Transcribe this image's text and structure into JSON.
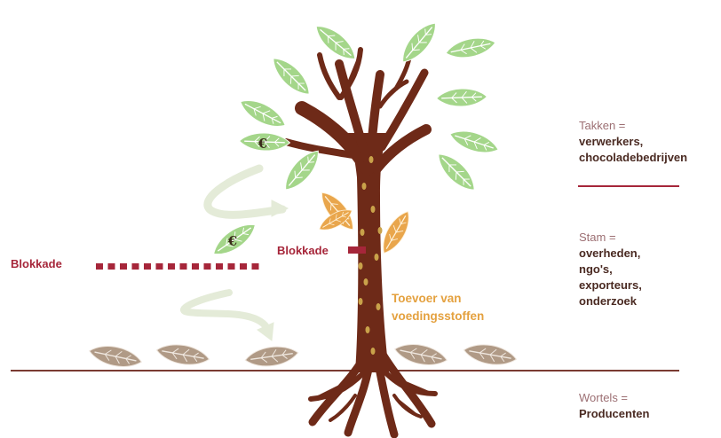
{
  "colors": {
    "trunk": "#6e2a18",
    "trunk_spots": "#c9a24a",
    "leaf_green": "#a4d68a",
    "leaf_green_stroke": "#7fb86a",
    "leaf_orange": "#e9a64c",
    "leaf_brown": "#b09a86",
    "ground_line": "#7a3b32",
    "blockade_red": "#a6263a",
    "arrow_green": "#e4ebd8",
    "label_dark": "#4a2a22",
    "label_muted": "#9c6f73",
    "supply_text": "#e4a13f"
  },
  "icons": {
    "euro_symbol": "€",
    "euro_leaf": "leaf-euro-icon",
    "cocoa_leaf": "leaf-icon",
    "return_arrow": "curved-arrow-icon"
  },
  "labels": {
    "takken": {
      "head": "Takken =",
      "lines": [
        "verwerkers,",
        "chocoladebedrijven"
      ]
    },
    "stam": {
      "head": "Stam =",
      "lines": [
        "overheden,",
        "ngo's,",
        "exporteurs,",
        "onderzoek"
      ]
    },
    "wortels": {
      "head": "Wortels =",
      "lines": [
        "Producenten"
      ]
    }
  },
  "blockade": {
    "left": "Blokkade",
    "trunk": "Blokkade"
  },
  "supply": {
    "line1": "Toevoer van",
    "line2": "voedingsstoffen"
  }
}
